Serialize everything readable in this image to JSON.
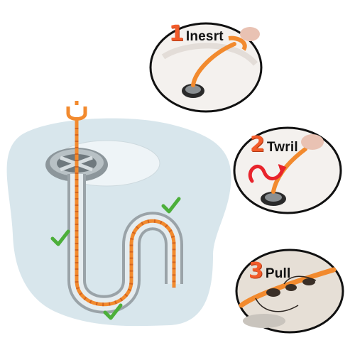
{
  "colors": {
    "accent_orange": "#f28a2e",
    "step_number_red": "#f25b2a",
    "pipe_gray": "#9aa3a8",
    "background_blob": "#d8e6ec",
    "check_green": "#4caf3a"
  },
  "steps": [
    {
      "number": "1",
      "word": "Inesrt"
    },
    {
      "number": "2",
      "word": "Twril"
    },
    {
      "number": "3",
      "word": "Pull"
    }
  ],
  "icons": [
    "check-icon",
    "twist-arrow-icon"
  ]
}
